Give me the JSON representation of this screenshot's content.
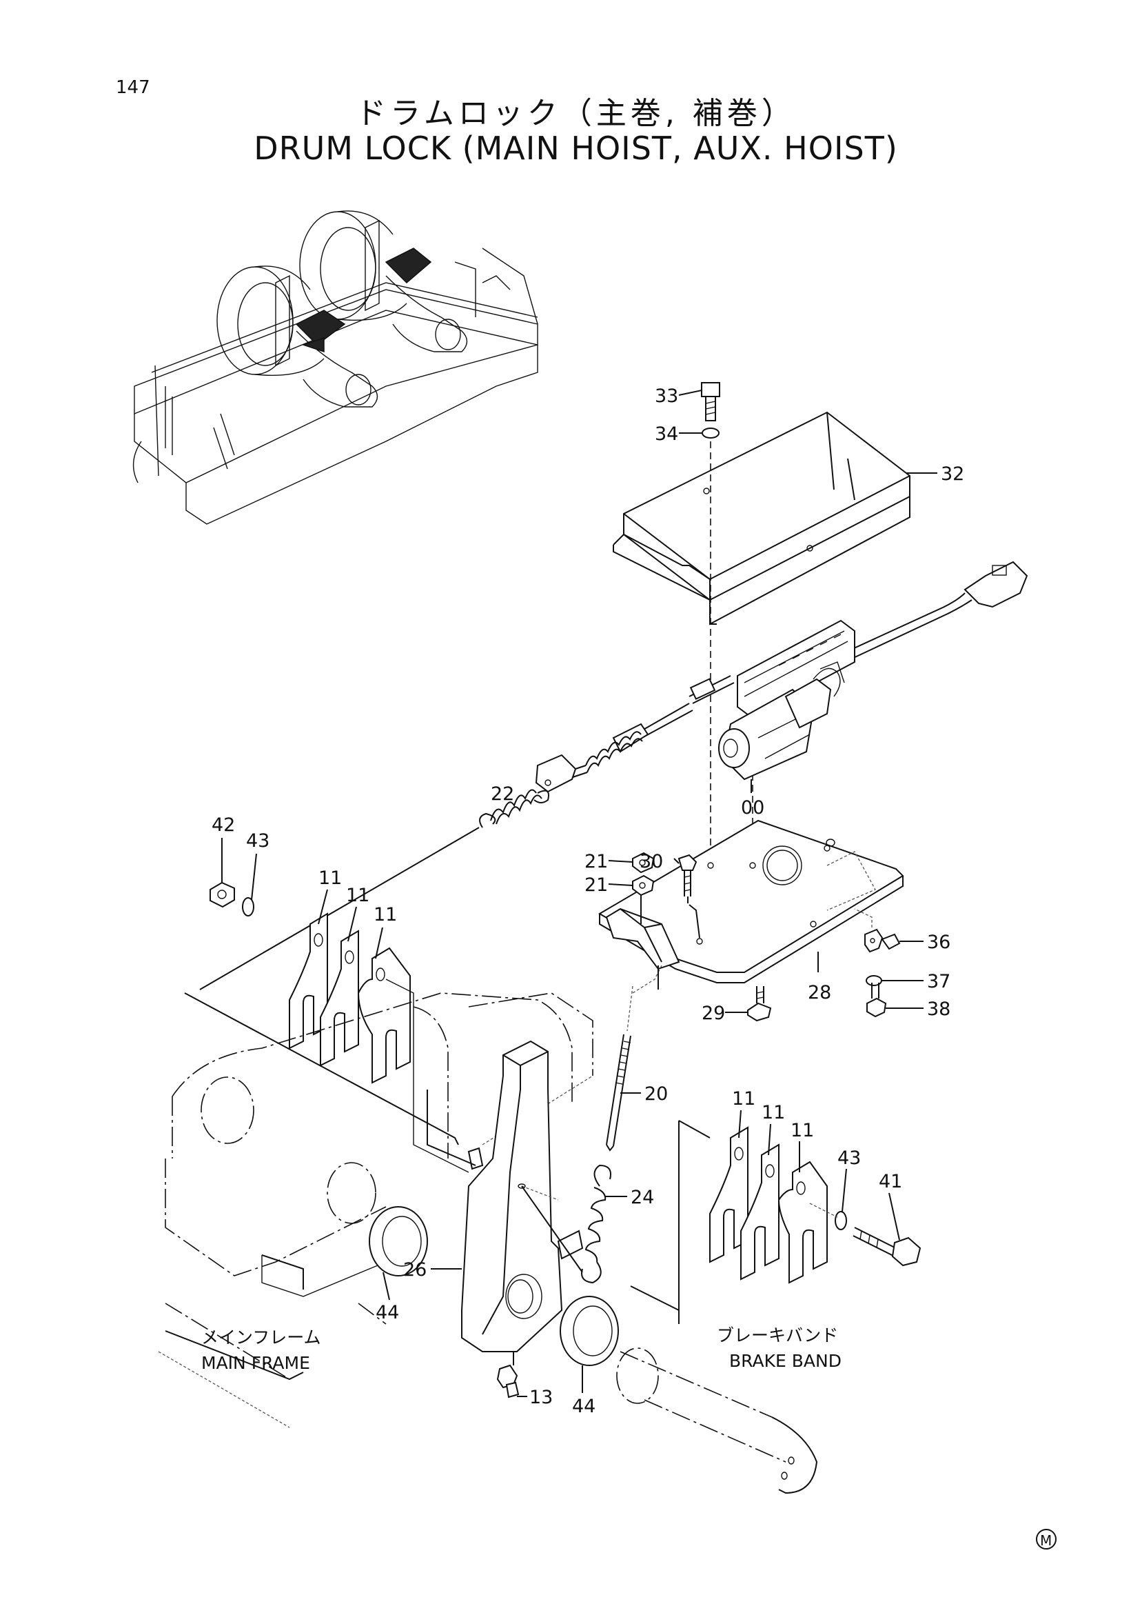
{
  "page": {
    "number": "147"
  },
  "title": {
    "japanese": "ドラムロック（主巻, 補巻）",
    "english": "DRUM LOCK (MAIN HOIST, AUX. HOIST)"
  },
  "part_labels": {
    "p33": "33",
    "p34": "34",
    "p32": "32",
    "p00": "00",
    "p22": "22",
    "p30": "30",
    "p21a": "21",
    "p21b": "21",
    "p42": "42",
    "p43a": "43",
    "p11a": "11",
    "p11b": "11",
    "p11c": "11",
    "p36": "36",
    "p37": "37",
    "p28": "28",
    "p29": "29",
    "p38": "38",
    "p20": "20",
    "p11d": "11",
    "p11e": "11",
    "p11f": "11",
    "p43b": "43",
    "p41": "41",
    "p24": "24",
    "p26": "26",
    "p44a": "44",
    "p13": "13",
    "p44b": "44"
  },
  "captions": {
    "main_frame_jp": "メインフレーム",
    "main_frame_en": "MAIN FRAME",
    "brake_band_jp": "ブレーキバンド",
    "brake_band_en": "BRAKE BAND"
  },
  "mark": "M"
}
